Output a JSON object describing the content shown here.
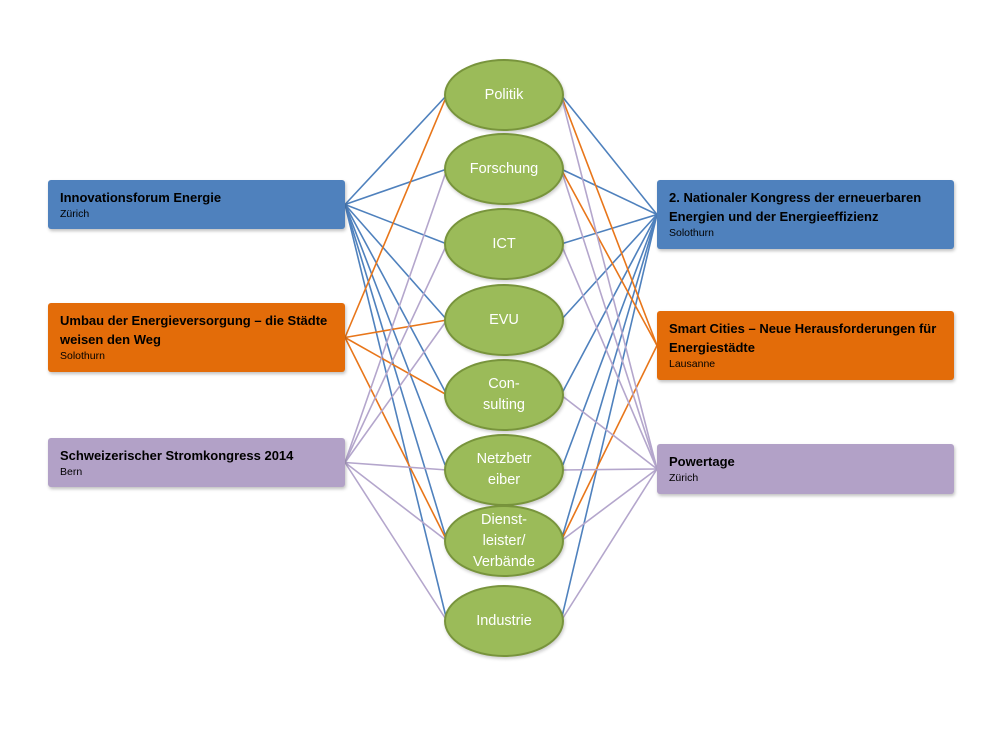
{
  "colors": {
    "blue": "#4f81bd",
    "orange": "#e36c09",
    "purple": "#b2a1c7",
    "green": "#9bbb59",
    "green_border": "#78943c"
  },
  "left_events": [
    {
      "id": "L1",
      "title": "Innovationsforum Energie",
      "city": "Zürich",
      "color": "blue"
    },
    {
      "id": "L2",
      "title": "Umbau der Energieversorgung – die Städte weisen den Weg",
      "city": "Solothurn",
      "color": "orange"
    },
    {
      "id": "L3",
      "title": "Schweizerischer Stromkongress 2014",
      "city": "Bern",
      "color": "purple"
    }
  ],
  "right_events": [
    {
      "id": "R1",
      "title": "2. Nationaler Kongress der erneuerbaren Energien und der Energieeffizienz",
      "city": "Solothurn",
      "color": "blue"
    },
    {
      "id": "R2",
      "title": "Smart Cities – Neue Herausforderungen für Energiestädte",
      "city": "Lausanne",
      "color": "orange"
    },
    {
      "id": "R3",
      "title": "Powertage",
      "city": "Zürich",
      "color": "purple"
    }
  ],
  "stakeholders": [
    {
      "id": "S1",
      "label": "Politik"
    },
    {
      "id": "S2",
      "label": "Forschung"
    },
    {
      "id": "S3",
      "label": "ICT"
    },
    {
      "id": "S4",
      "label": "EVU"
    },
    {
      "id": "S5",
      "label": "Con-\nsulting"
    },
    {
      "id": "S6",
      "label": "Netzbetr\neiber"
    },
    {
      "id": "S7",
      "label": "Dienst-\nleister/\nVerbände"
    },
    {
      "id": "S8",
      "label": "Industrie"
    }
  ],
  "connections": [
    {
      "from": "L1",
      "to": [
        "S1",
        "S2",
        "S3",
        "S4",
        "S5",
        "S6",
        "S7",
        "S8"
      ]
    },
    {
      "from": "L2",
      "to": [
        "S1",
        "S4",
        "S5",
        "S7"
      ]
    },
    {
      "from": "L3",
      "to": [
        "S2",
        "S3",
        "S4",
        "S6",
        "S7",
        "S8"
      ]
    },
    {
      "from": "R1",
      "to": [
        "S1",
        "S2",
        "S3",
        "S4",
        "S5",
        "S6",
        "S7",
        "S8"
      ]
    },
    {
      "from": "R2",
      "to": [
        "S1",
        "S2",
        "S7"
      ]
    },
    {
      "from": "R3",
      "to": [
        "S1",
        "S2",
        "S3",
        "S5",
        "S6",
        "S7",
        "S8"
      ]
    }
  ]
}
